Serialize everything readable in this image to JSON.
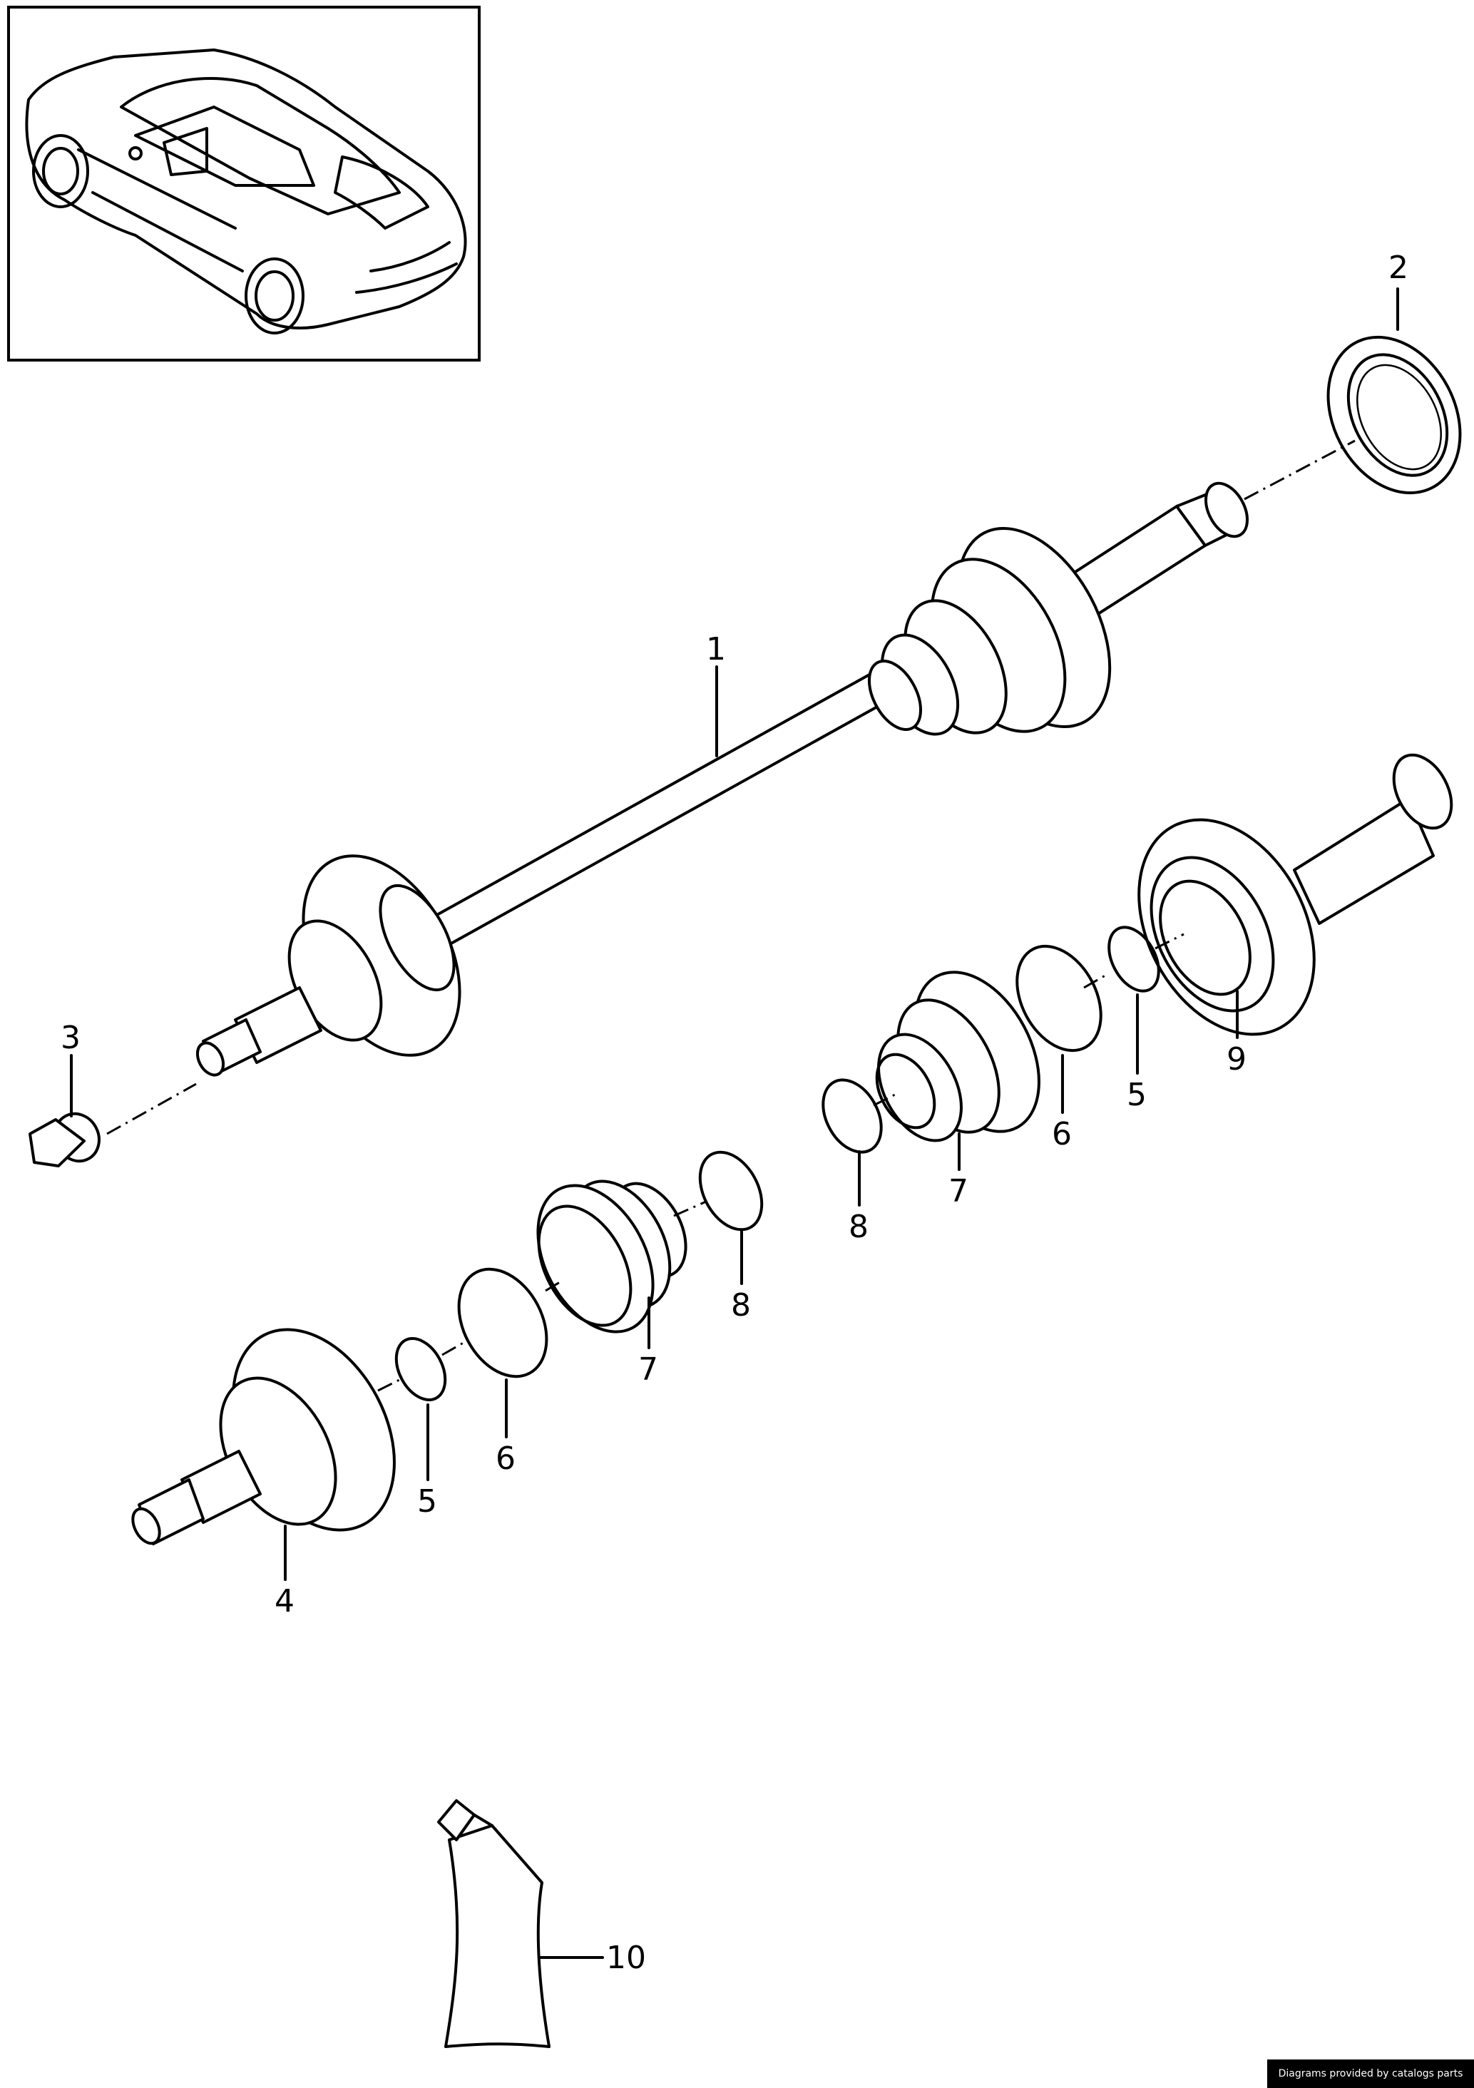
{
  "callouts": {
    "c1": "1",
    "c2": "2",
    "c3": "3",
    "c4": "4",
    "c5a": "5",
    "c5b": "5",
    "c6a": "6",
    "c6b": "6",
    "c7a": "7",
    "c7b": "7",
    "c8a": "8",
    "c8b": "8",
    "c9": "9",
    "c10": "10"
  },
  "credit": "Diagrams provided by catalogs parts",
  "colors": {
    "line": "#000000",
    "background": "#ffffff"
  }
}
